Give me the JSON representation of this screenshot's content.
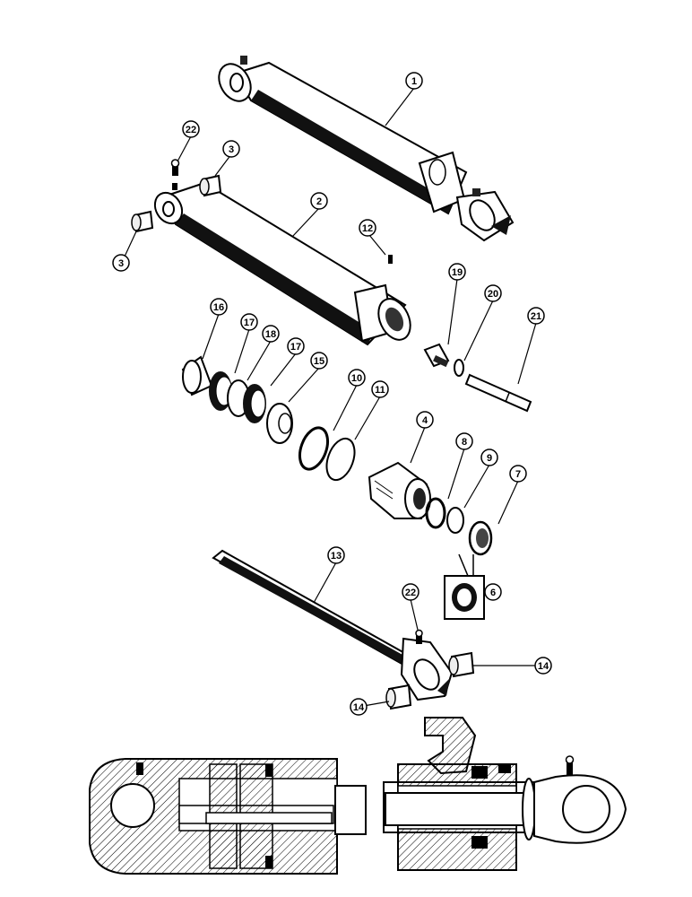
{
  "callouts": {
    "c1": "1",
    "c2": "2",
    "c3a": "3",
    "c3b": "3",
    "c4": "4",
    "c6": "6",
    "c7": "7",
    "c8": "8",
    "c9": "9",
    "c10": "10",
    "c11": "11",
    "c12": "12",
    "c13": "13",
    "c14a": "14",
    "c14b": "14",
    "c15": "15",
    "c16": "16",
    "c17a": "17",
    "c17b": "17",
    "c18": "18",
    "c19": "19",
    "c20": "20",
    "c21": "21",
    "c22a": "22",
    "c22b": "22"
  }
}
